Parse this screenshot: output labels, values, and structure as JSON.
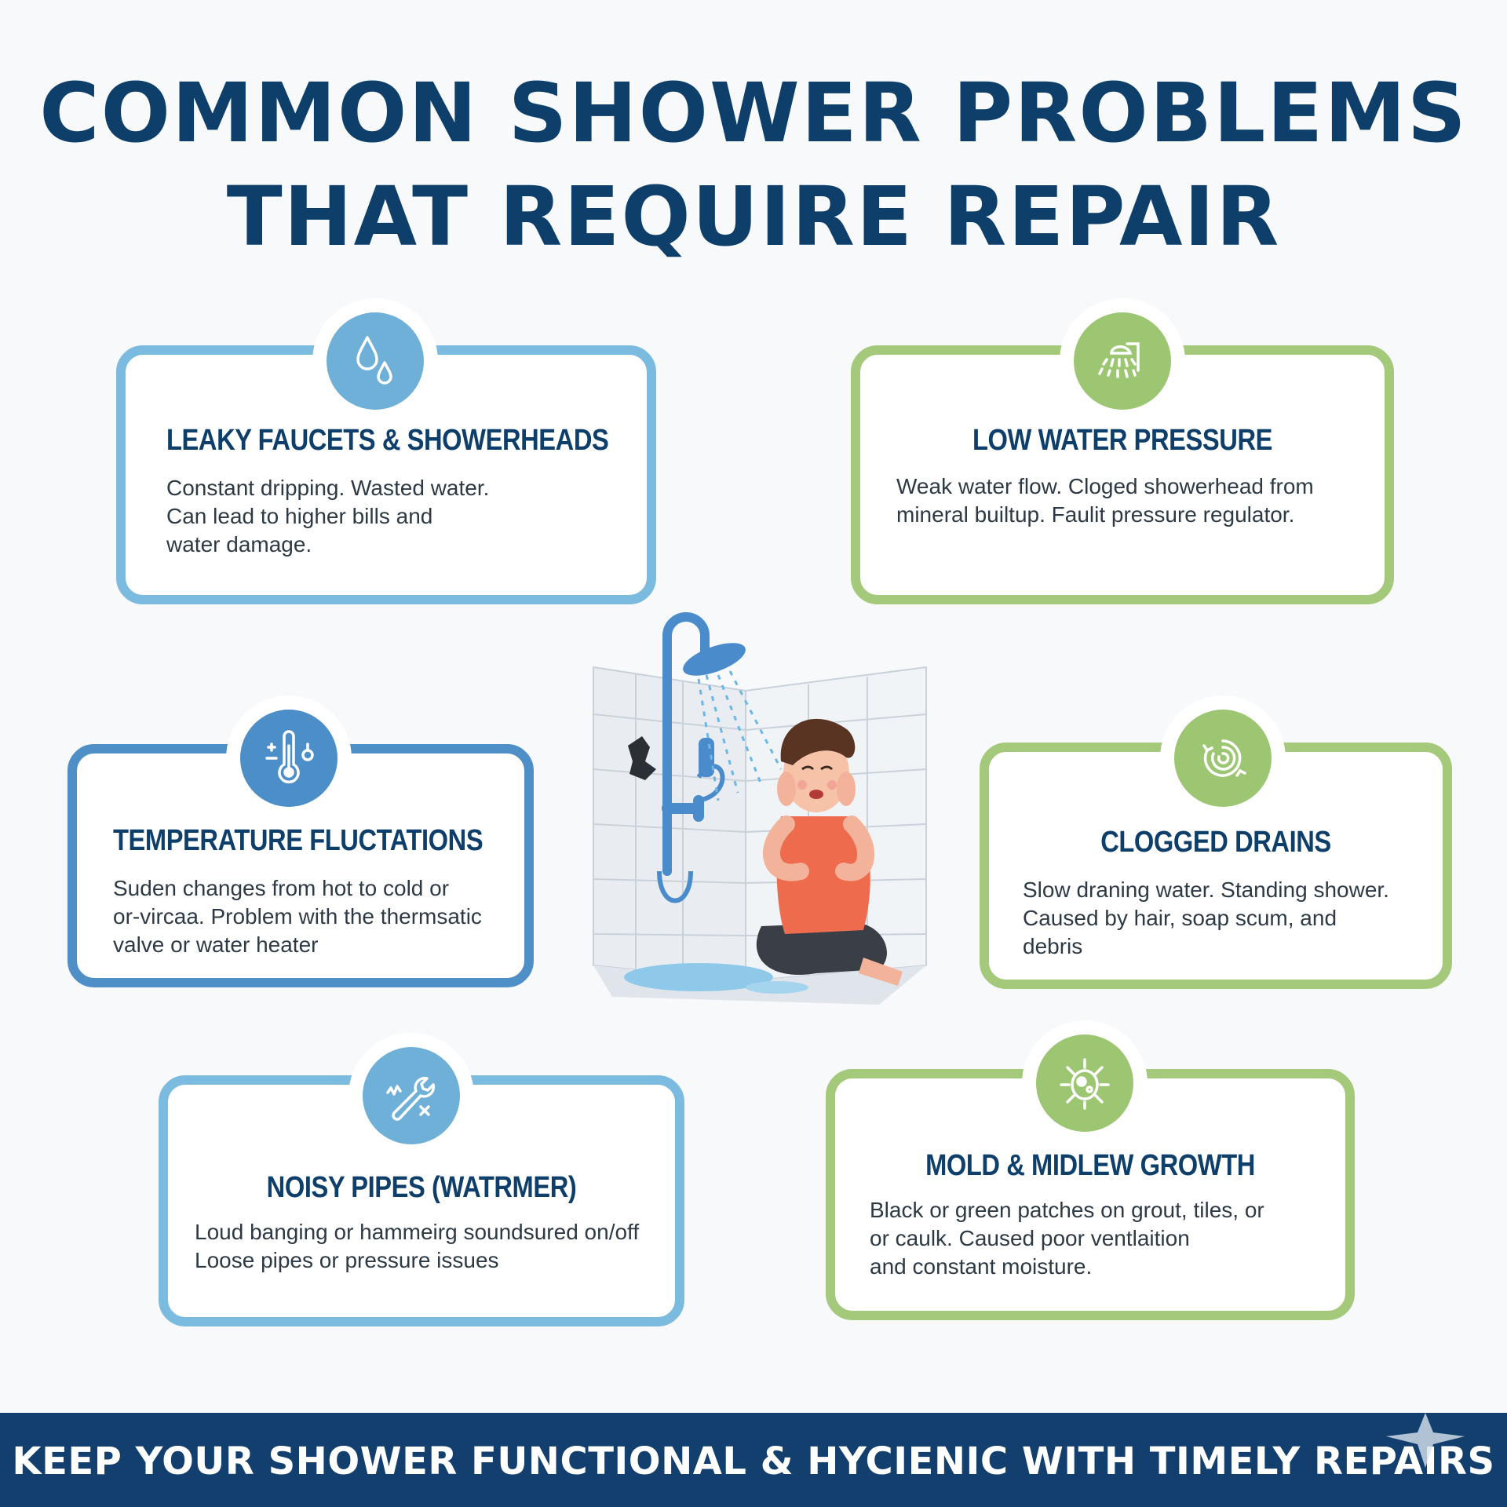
{
  "title": {
    "line1": "COMMON SHOWER PROBLEMS",
    "line2": "THAT REQUIRE REPAIR"
  },
  "cards": {
    "leaky": {
      "title": "LEAKY FAUCETS & SHOWERHEADS",
      "lines": [
        "Constant dripping. Wasted water.",
        "Can lead to higher bills and",
        "water damage."
      ],
      "icon": "water-drops-icon"
    },
    "pressure": {
      "title": "LOW WATER PRESSURE",
      "lines": [
        "Weak water flow. Cloged showerhead from",
        "mineral builtup. Faulit pressure regulator."
      ],
      "icon": "showerhead-icon"
    },
    "temperature": {
      "title": "TEMPERATURE FLUCTATIONS",
      "lines": [
        "Suden changes from hot to cold or",
        "or-vircaa. Problem with the thermsatic",
        "valve or water heater"
      ],
      "icon": "thermometer-icon"
    },
    "drains": {
      "title": "CLOGGED DRAINS",
      "lines": [
        "Slow draning water. Standing shower.",
        "Caused by hair, soap scum, and",
        "debris"
      ],
      "icon": "drain-swirl-icon"
    },
    "pipes": {
      "title": "NOISY PIPES (WATRMER)",
      "lines": [
        "Loud banging or hammeirg soundsured on/off",
        "Loose pipes or pressure issues"
      ],
      "icon": "wrench-icon"
    },
    "mold": {
      "title": "MOLD & MIDLEW GROWTH",
      "lines": [
        "Black or green patches on grout, tiles, or",
        "or caulk. Caused poor ventlaition",
        "and constant moisture."
      ],
      "icon": "mold-spore-icon"
    }
  },
  "footer": {
    "text": "KEEP YOUR SHOWER FUNCTIONAL & HYCIENIC WITH TIMELY REPAIRS"
  },
  "colors": {
    "title": "#0e3f6b",
    "blue_border": "#7cbbe0",
    "dark_blue_border": "#4f8fc8",
    "green_border": "#a4c97a",
    "footer_bg": "#123f6e"
  }
}
